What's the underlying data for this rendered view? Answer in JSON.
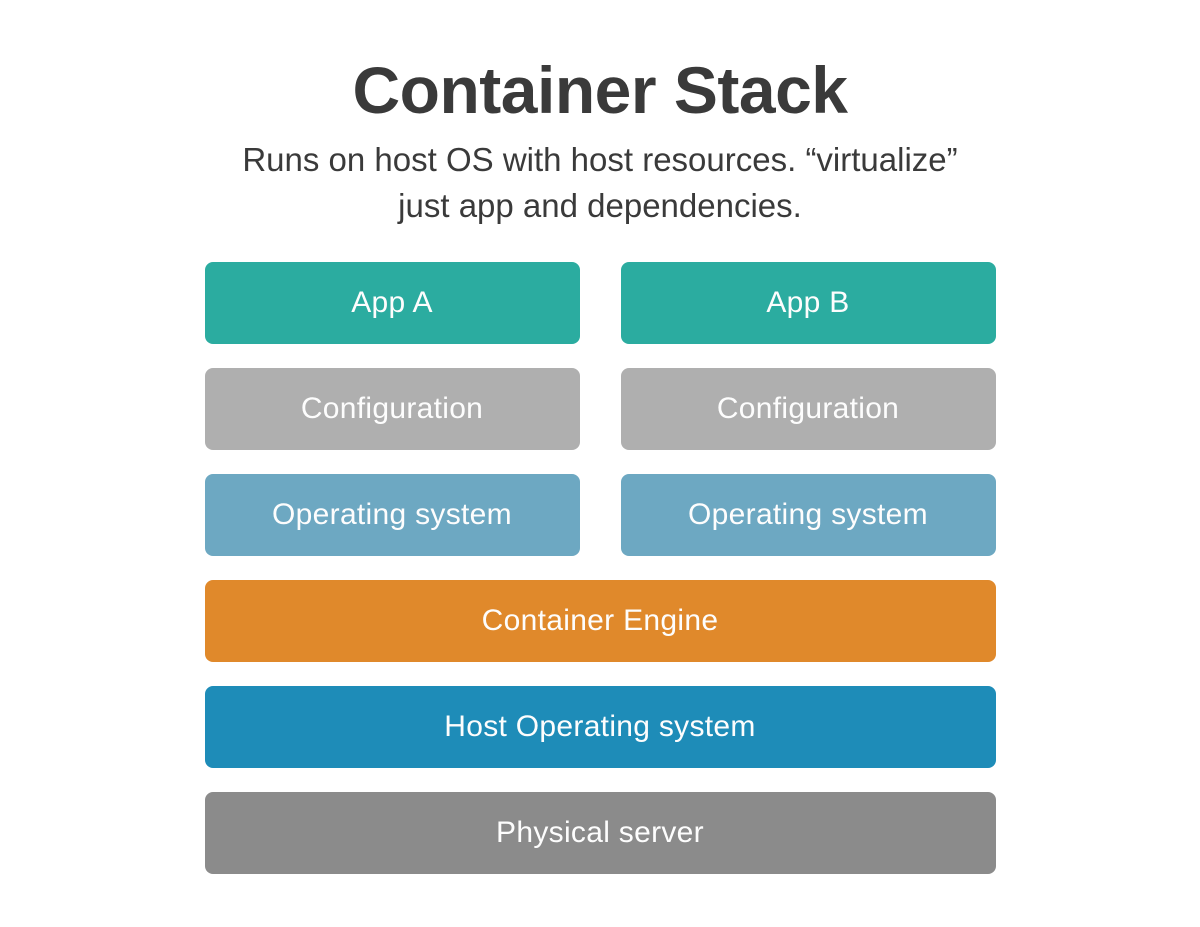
{
  "header": {
    "title": "Container Stack",
    "subtitle_lines": [
      "Runs on host OS with host resources. “virtualize”",
      "just app and dependencies."
    ]
  },
  "colors": {
    "background": "#FFFFFF",
    "heading_text": "#3A3A3A",
    "box_text": "#FFFFFF",
    "app_teal": "#2BACA0",
    "configuration_gray": "#AFAFAF",
    "operating_system_light_blue": "#6DA8C2",
    "container_engine_orange": "#E0892B",
    "host_os_blue": "#1E8CB8",
    "physical_server_gray": "#8B8B8B"
  },
  "diagram": {
    "rows": [
      {
        "cells": [
          {
            "label": "App A",
            "color": "#2BACA0"
          },
          {
            "label": "App B",
            "color": "#2BACA0"
          }
        ]
      },
      {
        "cells": [
          {
            "label": "Configuration",
            "color": "#AFAFAF"
          },
          {
            "label": "Configuration",
            "color": "#AFAFAF"
          }
        ]
      },
      {
        "cells": [
          {
            "label": "Operating system",
            "color": "#6DA8C2"
          },
          {
            "label": "Operating system",
            "color": "#6DA8C2"
          }
        ]
      },
      {
        "cells": [
          {
            "label": "Container Engine",
            "color": "#E0892B"
          }
        ]
      },
      {
        "cells": [
          {
            "label": "Host Operating system",
            "color": "#1E8CB8"
          }
        ]
      },
      {
        "cells": [
          {
            "label": "Physical server",
            "color": "#8B8B8B"
          }
        ]
      }
    ]
  }
}
